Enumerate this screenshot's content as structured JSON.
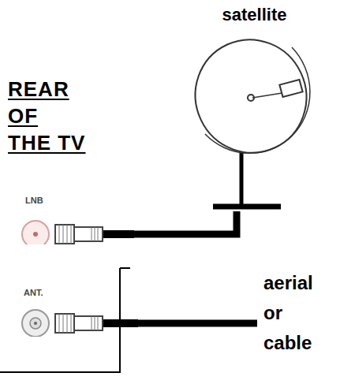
{
  "diagram": {
    "nodes": [
      {
        "text": [
          "satellite"
        ]
      },
      {
        "text": [
          "LNB"
        ]
      },
      {
        "text": [
          "ANT."
        ]
      }
    ],
    "edges": [
      {
        "from": 1,
        "to": 0,
        "arrow": "none"
      }
    ],
    "labels": [
      "REAR",
      "OF",
      "THE TV",
      "aerial or cable"
    ]
  }
}
